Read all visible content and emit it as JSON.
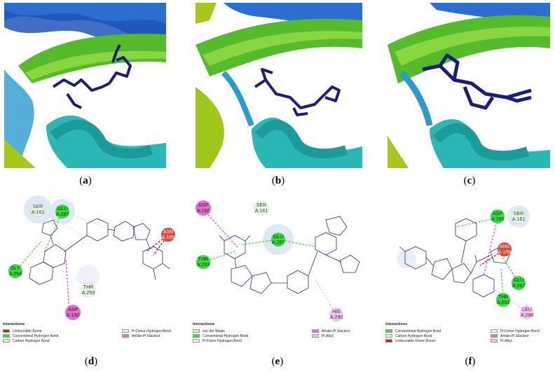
{
  "figure": {
    "panel_labels": [
      "a",
      "b",
      "c",
      "d",
      "e",
      "f"
    ],
    "interactions_title": "Interactions"
  },
  "colors": {
    "bump": "#e01b1b",
    "conventional_hbond": "#3adb3a",
    "carbon_hbond": "#d6f5d6",
    "pi_donor_hbond": "#e8fbe8",
    "amide_pi_stacked": "#e46ccf",
    "pi_alkyl": "#f3c6ef",
    "vdw": "#cdeccd",
    "ligand": "#1c1c7a"
  },
  "panel_d": {
    "residues": {
      "ser161": {
        "name": "SER",
        "id": "A:161"
      },
      "glu287": {
        "name": "GLU",
        "id": "A:287"
      },
      "asn165": {
        "name": "ASN",
        "id": "A:165"
      },
      "gly294": {
        "name": "GLY",
        "id": "A:294"
      },
      "thr293": {
        "name": "THR",
        "id": "A:293"
      },
      "asp160": {
        "name": "ASP",
        "id": "A:160"
      }
    },
    "legend": [
      {
        "label": "Unfavorable Bump",
        "color": "bump"
      },
      {
        "label": "Conventional Hydrogen Bond",
        "color": "conventional_hbond"
      },
      {
        "label": "Carbon Hydrogen Bond",
        "color": "carbon_hbond"
      },
      {
        "label": "Pi-Donor Hydrogen Bond",
        "color": "pi_donor_hbond"
      },
      {
        "label": "Amide-Pi Stacked",
        "color": "amide_pi_stacked"
      }
    ]
  },
  "panel_e": {
    "residues": {
      "asp160": {
        "name": "ASP",
        "id": "A:160"
      },
      "ser161": {
        "name": "SER",
        "id": "A:161"
      },
      "glu287": {
        "name": "GLU",
        "id": "A:287"
      },
      "thr293": {
        "name": "THR",
        "id": "A:293"
      },
      "his290": {
        "name": "HIS",
        "id": "A:290"
      }
    },
    "legend": [
      {
        "label": "van der Waals",
        "color": "vdw"
      },
      {
        "label": "Conventional Hydrogen Bond",
        "color": "conventional_hbond"
      },
      {
        "label": "Pi-Donor Hydrogen Bond",
        "color": "pi_donor_hbond"
      },
      {
        "label": "Amide-Pi Stacked",
        "color": "amide_pi_stacked"
      },
      {
        "label": "Pi-Alkyl",
        "color": "pi_alkyl"
      }
    ]
  },
  "panel_f": {
    "residues": {
      "asp160": {
        "name": "ASP",
        "id": "A:160"
      },
      "ser161": {
        "name": "SER",
        "id": "A:161"
      },
      "arg158": {
        "name": "ARG",
        "id": "A:158"
      },
      "glu287": {
        "name": "GLU",
        "id": "A:287"
      },
      "thr293": {
        "name": "THR",
        "id": "A:293"
      },
      "leu296": {
        "name": "LEU",
        "id": "A:296"
      }
    },
    "legend": [
      {
        "label": "Conventional Hydrogen Bond",
        "color": "conventional_hbond"
      },
      {
        "label": "Carbon Hydrogen Bond",
        "color": "carbon_hbond"
      },
      {
        "label": "Unfavorable Donor-Donor",
        "color": "bump"
      },
      {
        "label": "Pi-Donor Hydrogen Bond",
        "color": "pi_donor_hbond"
      },
      {
        "label": "Amide-Pi Stacked",
        "color": "amide_pi_stacked"
      },
      {
        "label": "Pi-Alkyl",
        "color": "pi_alkyl"
      }
    ]
  }
}
